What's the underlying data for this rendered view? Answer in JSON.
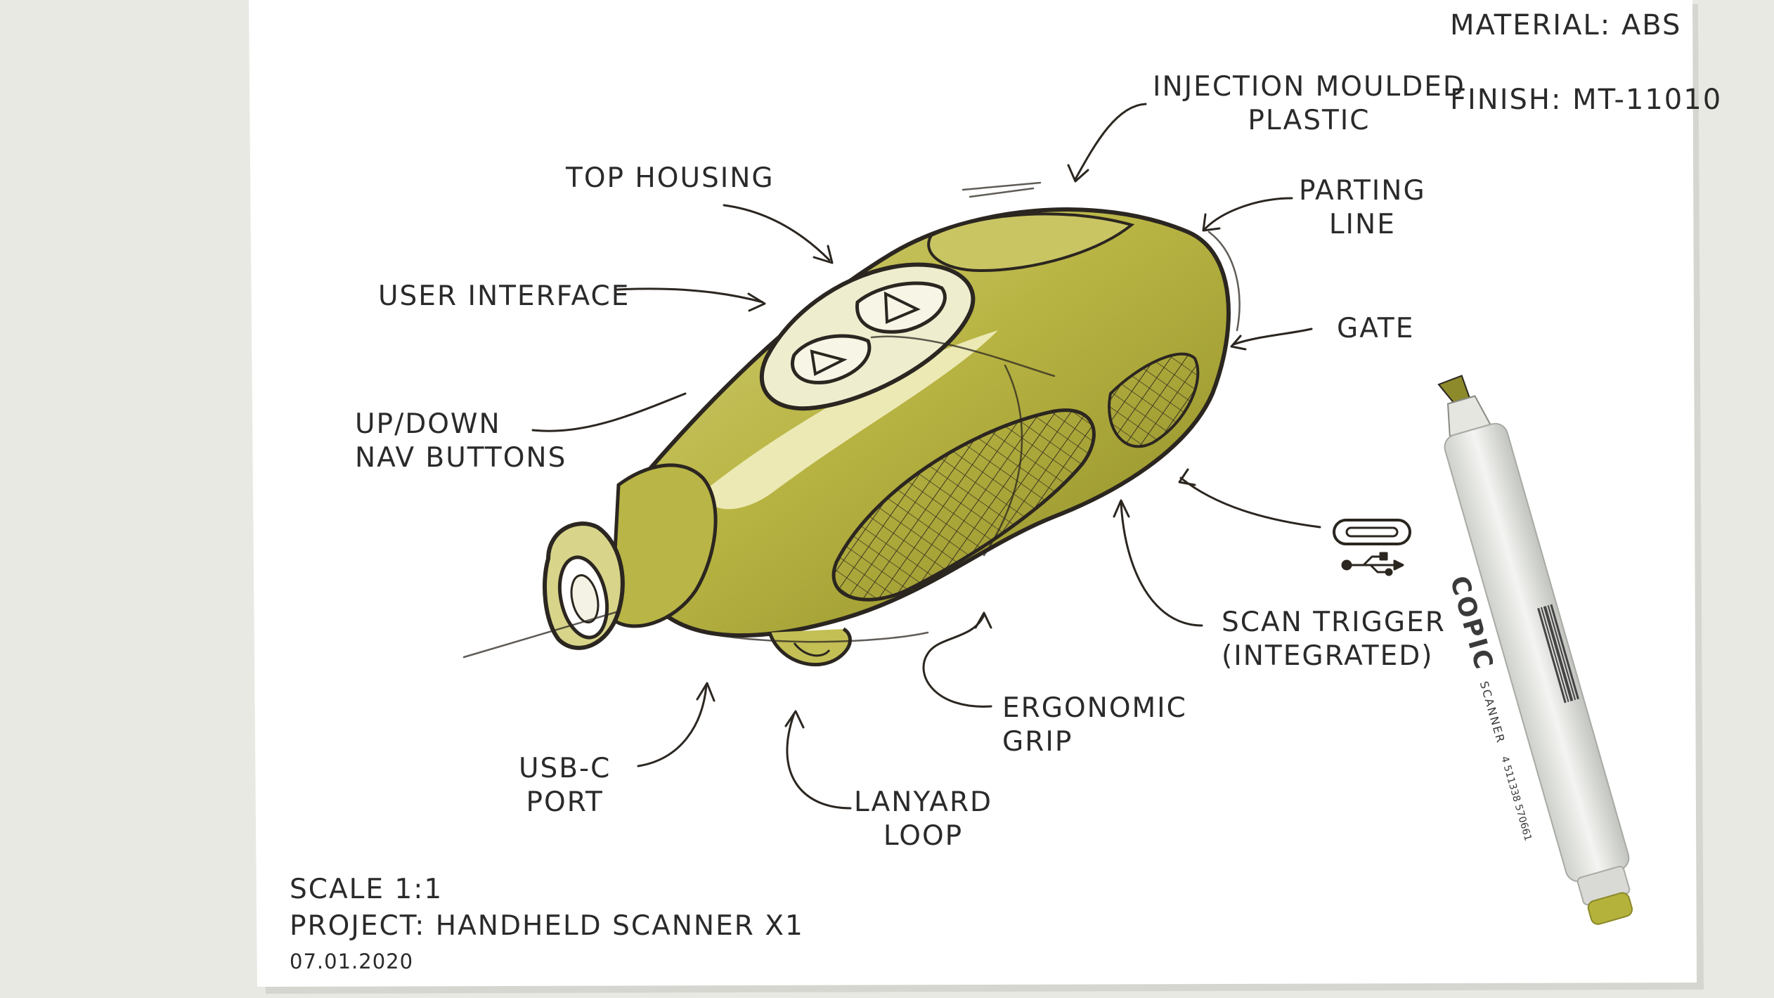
{
  "labels": {
    "material": "MATERIAL: ABS",
    "finish": "FINISH: MT-11010",
    "injection": [
      "INJECTION MOULDED",
      "PLASTIC"
    ],
    "top_housing": "TOP HOUSING",
    "parting_line": [
      "PARTING",
      "LINE"
    ],
    "user_interface": "USER INTERFACE",
    "gate": "GATE",
    "nav_buttons": [
      "UP/DOWN",
      "NAV BUTTONS"
    ],
    "scan_trigger": [
      "SCAN TRIGGER",
      "(INTEGRATED)"
    ],
    "ergonomic_grip": [
      "ERGONOMIC",
      "GRIP"
    ],
    "usb_c_port": [
      "USB-C",
      "PORT"
    ],
    "lanyard_loop": [
      "LANYARD",
      "LOOP"
    ]
  },
  "title_block": {
    "scale": "SCALE 1:1",
    "project": "PROJECT: HANDHELD SCANNER X1",
    "date": "07.01.2020"
  },
  "marker": {
    "brand": "COPIC",
    "model": "SCANNER",
    "barcode_number": "4 511338 570661"
  },
  "colors": {
    "paper": "#ffffff",
    "background": "#e9e9e4",
    "marker_ink": "#b5b23c",
    "line_ink": "#2b2620"
  },
  "icons": [
    "usb-c-icon",
    "usb-symbol-icon"
  ]
}
